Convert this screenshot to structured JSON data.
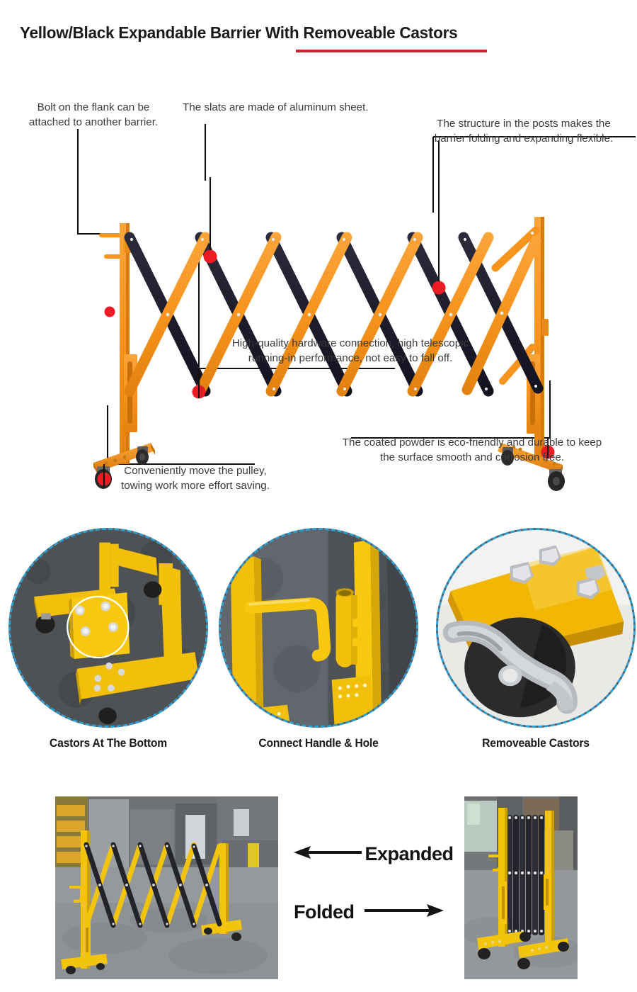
{
  "header": {
    "title": "Yellow/Black Expandable Barrier With Removeable Castors",
    "rule_color": "#d0202e"
  },
  "hero": {
    "product_colors": {
      "yellow": "#F7941E",
      "yellow_dark": "#E07B12",
      "black": "#1D1D2B",
      "marker_red": "#ED1C24",
      "leader_line": "#111111"
    },
    "callouts": [
      {
        "id": "bolt-flank",
        "text": "Bolt on the flank can be\nattached to another barrier."
      },
      {
        "id": "slats",
        "text": "The slats are made of aluminum sheet."
      },
      {
        "id": "post-structure",
        "text": "The structure in the posts makes the\nbarrier folding and expanding flexible."
      },
      {
        "id": "hardware",
        "text": "High-quality hardware connection, high telescopic\nrunning-in performance, not easy to fall off."
      },
      {
        "id": "powder-coat",
        "text": "The coated powder is eco-friendly and durable to keep\nthe surface smooth and corrosion free."
      },
      {
        "id": "pulley",
        "text": " Conveniently move the pulley,\ntowing work more effort saving."
      }
    ]
  },
  "details": {
    "border_color": "#2e9fd4",
    "items": [
      {
        "id": "castors-bottom",
        "caption": "Castors At The Bottom"
      },
      {
        "id": "connect-handle",
        "caption": "Connect Handle & Hole"
      },
      {
        "id": "removeable-castors",
        "caption": "Removeable Castors"
      }
    ]
  },
  "compare": {
    "expanded_label": "Expanded",
    "folded_label": "Folded"
  }
}
